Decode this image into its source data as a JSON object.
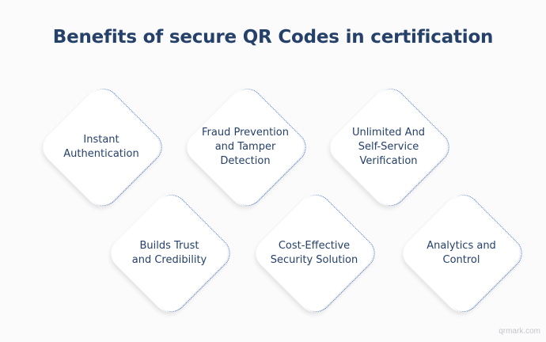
{
  "title": "Benefits of secure QR Codes in certification",
  "colors": {
    "text": "#25416a",
    "dotted_border": "#3a6fc4",
    "background": "#fbfbfc",
    "card": "#ffffff"
  },
  "benefits": [
    {
      "label": "Instant\nAuthentication"
    },
    {
      "label": "Fraud Prevention\nand Tamper\nDetection"
    },
    {
      "label": "Unlimited And\nSelf-Service\nVerification"
    },
    {
      "label": "Builds Trust\nand Credibility"
    },
    {
      "label": "Cost-Effective\nSecurity Solution"
    },
    {
      "label": "Analytics and\nControl"
    }
  ],
  "watermark": "qrmark.com"
}
